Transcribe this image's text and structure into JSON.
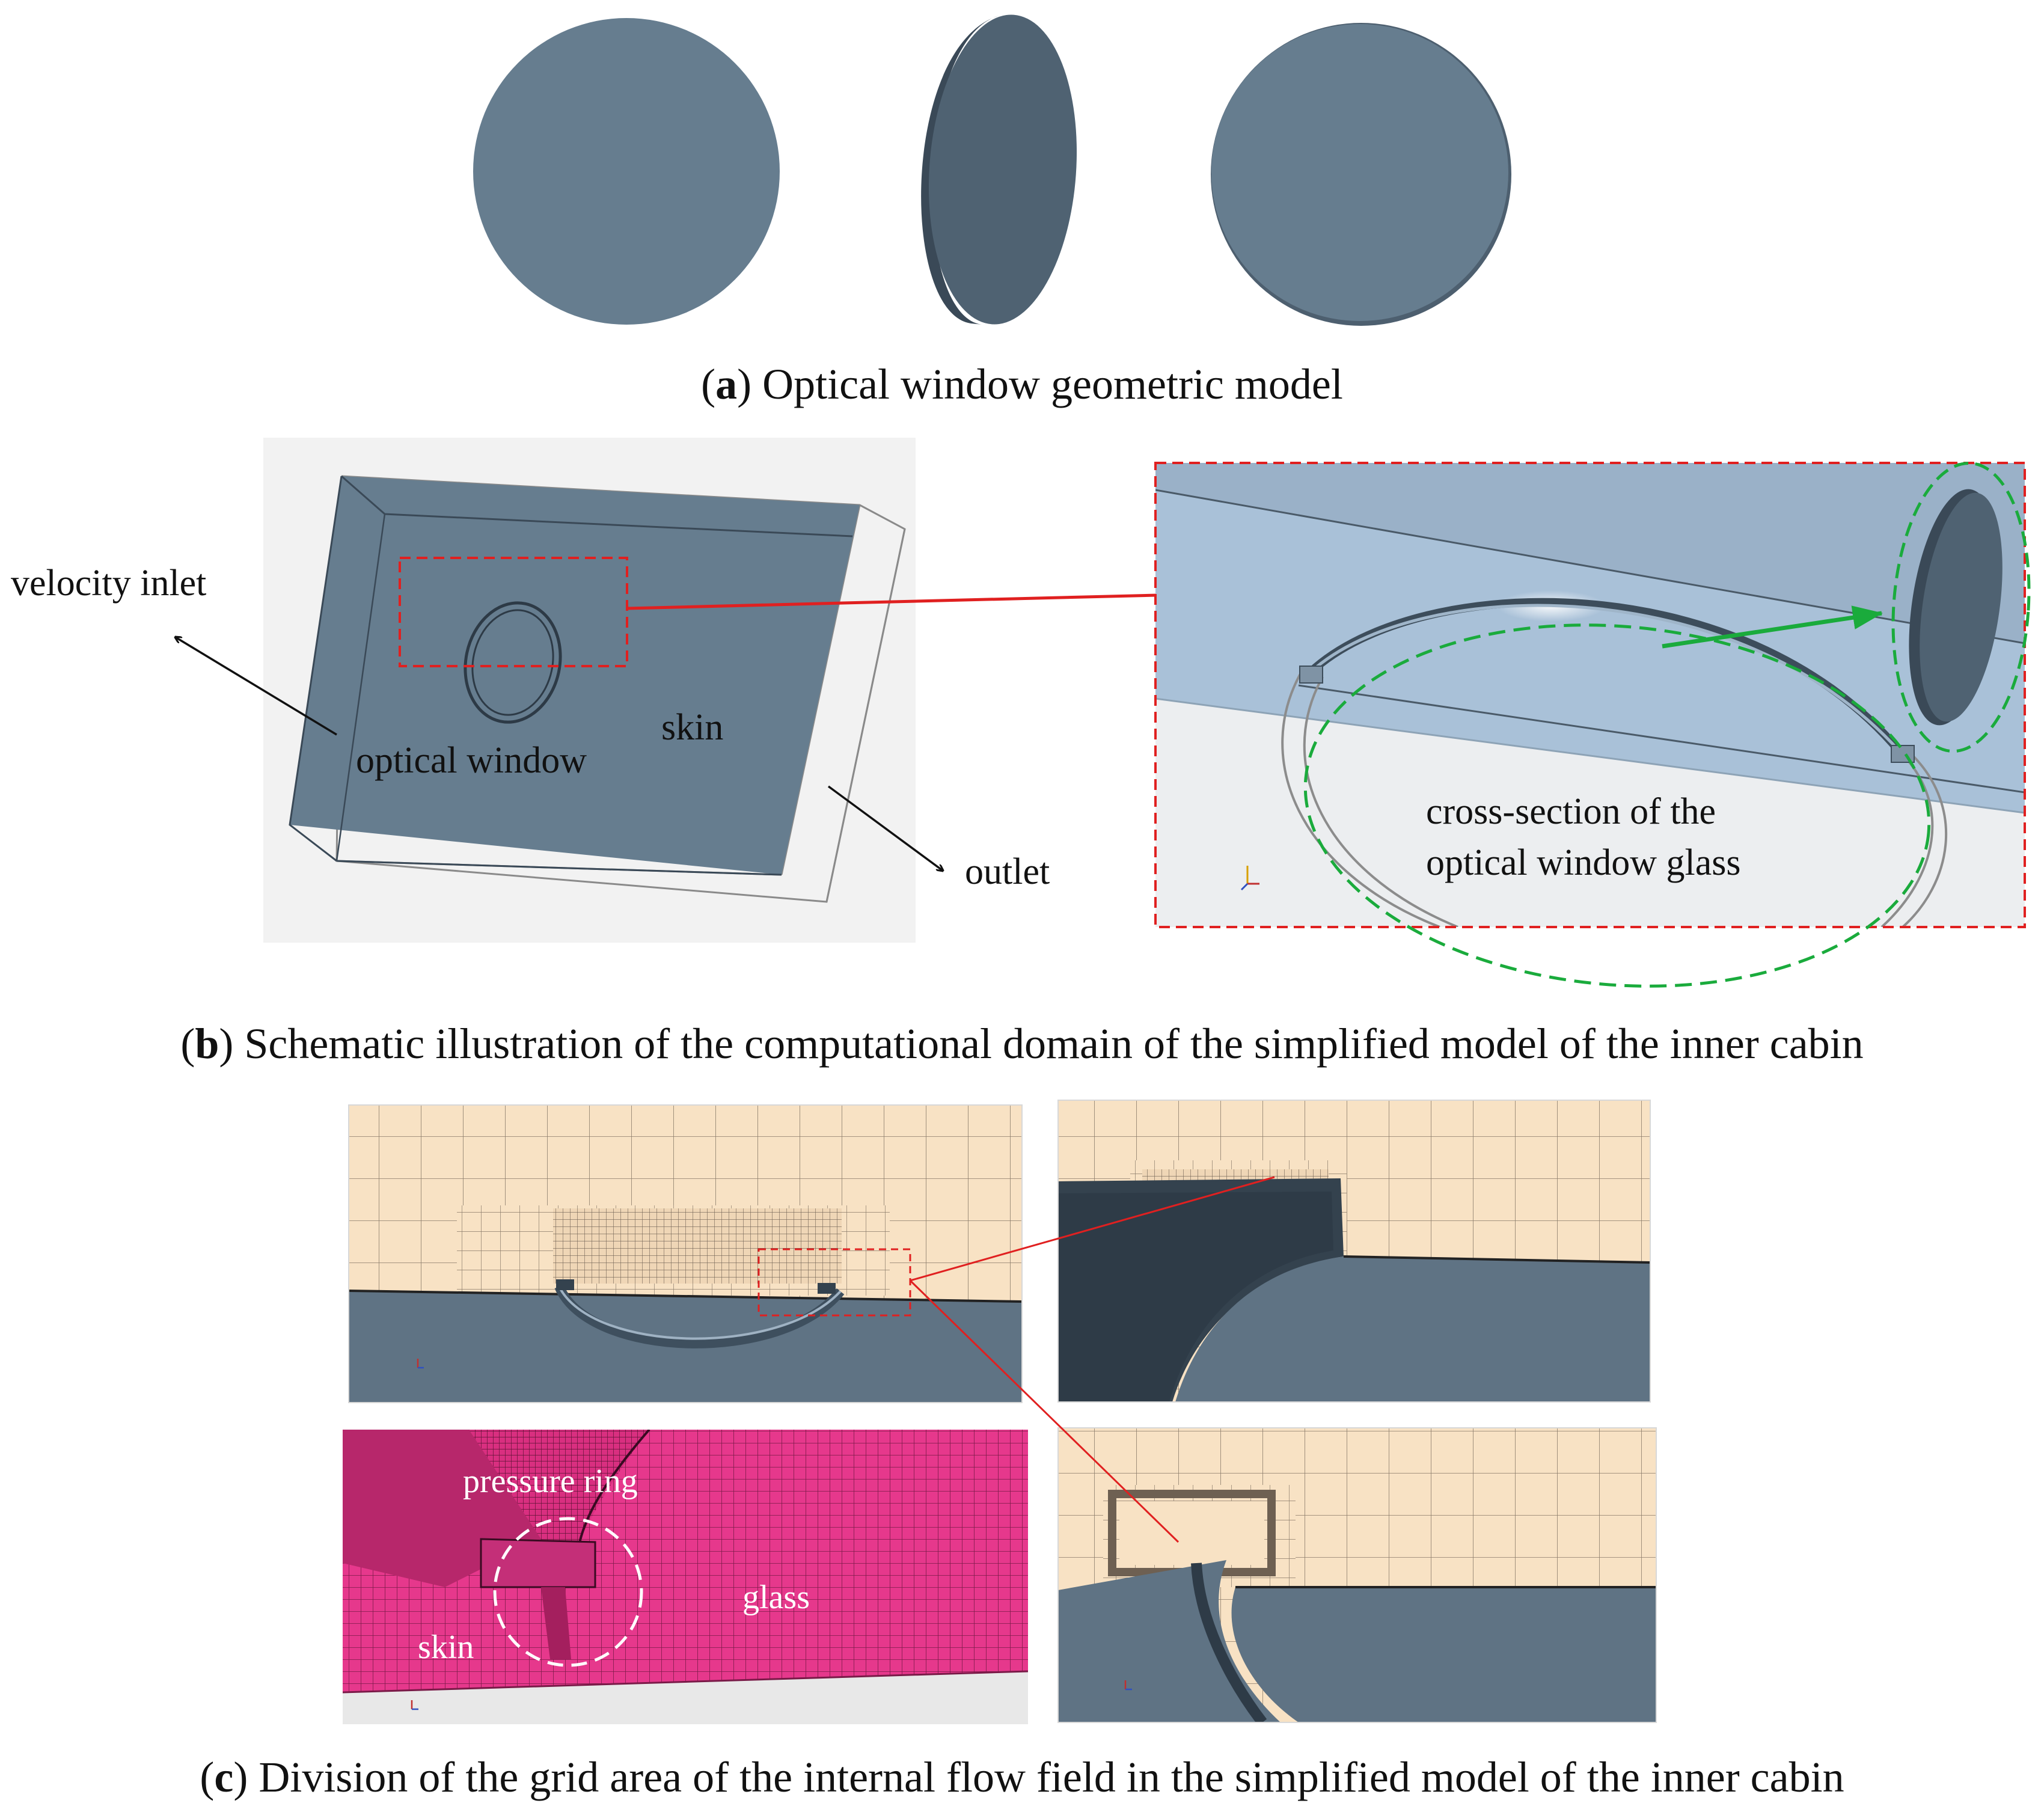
{
  "panel_a": {
    "caption_letter": "a",
    "caption_text": "Optical window geometric model",
    "colors": {
      "face": "#667d8f",
      "edge_face": "#4f6272",
      "edge_rim": "#3a4957"
    }
  },
  "panel_b": {
    "caption_letter": "b",
    "caption_text": "Schematic illustration of the computational domain of the simplified model of the inner cabin",
    "labels": {
      "velocity_inlet": "velocity inlet",
      "skin": "skin",
      "optical_window": "optical window",
      "outlet": "outlet",
      "cross_section_line1": "cross-section of the",
      "cross_section_line2": "optical window glass"
    },
    "colors": {
      "skin": "#667d8f",
      "zoom_bg": "#a9c1d8",
      "red_dash": "#e02020",
      "green_dash": "#1aab3c"
    }
  },
  "panel_c": {
    "caption_letter": "c",
    "caption_text": "Division of the grid area of the internal flow field in the simplified model of the inner cabin",
    "labels": {
      "pressure_ring": "pressure ring",
      "glass": "glass",
      "skin": "skin"
    },
    "colors": {
      "mesh_bg": "#f8e2c4",
      "mesh_line": "#8a7b6a",
      "solid": "#5c7080",
      "pink": "#e6388c"
    }
  }
}
